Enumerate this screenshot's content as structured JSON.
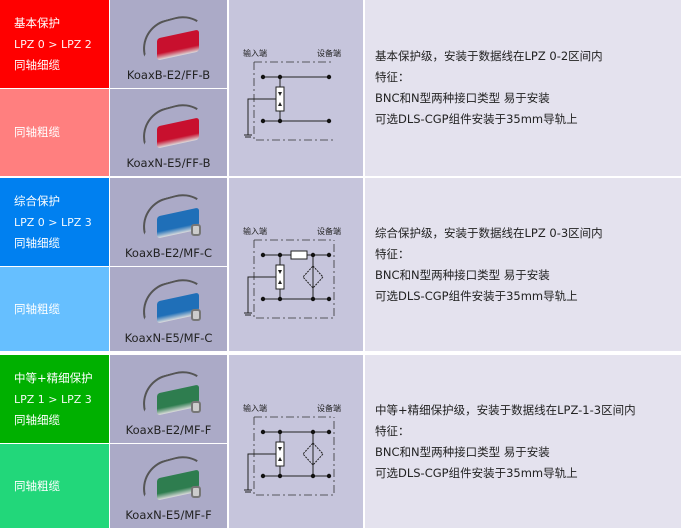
{
  "groups": [
    {
      "colors": {
        "primary": "#ff0000",
        "secondary": "#ff7f7f",
        "device": "#c8102e"
      },
      "circuit": "basic",
      "category": {
        "title": "基本保护",
        "lpz": "LPZ 0 > LPZ 2",
        "cable": "同轴细缆"
      },
      "sub_category": "同轴粗缆",
      "models": [
        "KoaxB-E2/FF-B",
        "KoaxN-E5/FF-B"
      ],
      "diagram": {
        "input_label": "输入端",
        "output_label": "设备端"
      },
      "description": [
        "基本保护级，安装于数据线在LPZ 0-2区间内",
        "特征：",
        "BNC和N型两种接口类型 易于安装",
        "可选DLS-CGP组件安装于35mm导轨上"
      ]
    },
    {
      "colors": {
        "primary": "#0080f0",
        "secondary": "#66bfff",
        "device": "#1f6fb8"
      },
      "circuit": "filter",
      "category": {
        "title": "综合保护",
        "lpz": "LPZ 0 > LPZ 3",
        "cable": "同轴细缆"
      },
      "sub_category": "同轴粗缆",
      "models": [
        "KoaxB-E2/MF-C",
        "KoaxN-E5/MF-C"
      ],
      "diagram": {
        "input_label": "输入端",
        "output_label": "设备端"
      },
      "description": [
        "综合保护级，安装于数据线在LPZ 0-3区间内",
        "特征：",
        "BNC和N型两种接口类型 易于安装",
        "可选DLS-CGP组件安装于35mm导轨上"
      ]
    },
    {
      "colors": {
        "primary": "#00b000",
        "secondary": "#22d77a",
        "device": "#2e7d4f"
      },
      "circuit": "fine",
      "category": {
        "title": "中等+精细保护",
        "lpz": "LPZ 1 > LPZ 3",
        "cable": "同轴细缆"
      },
      "sub_category": "同轴粗缆",
      "models": [
        "KoaxB-E2/MF-F",
        "KoaxN-E5/MF-F"
      ],
      "diagram": {
        "input_label": "输入端",
        "output_label": "设备端"
      },
      "description": [
        "中等+精细保护级，安装于数据线在LPZ-1-3区间内",
        "特征：",
        "BNC和N型两种接口类型 易于安装",
        "可选DLS-CGP组件安装于35mm导轨上"
      ]
    }
  ]
}
